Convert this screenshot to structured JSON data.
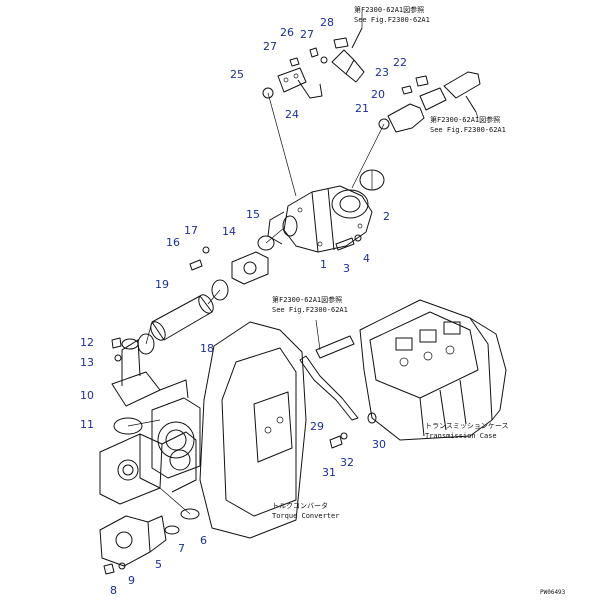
{
  "part_numbers": {
    "n1": "1",
    "n2": "2",
    "n3": "3",
    "n4": "4",
    "n5": "5",
    "n6": "6",
    "n7": "7",
    "n8": "8",
    "n9": "9",
    "n10": "10",
    "n11": "11",
    "n12": "12",
    "n13": "13",
    "n14": "14",
    "n15": "15",
    "n16": "16",
    "n17": "17",
    "n18": "18",
    "n19": "19",
    "n20": "20",
    "n21": "21",
    "n22": "22",
    "n23": "23",
    "n24": "24",
    "n25": "25",
    "n26": "26",
    "n27": "27",
    "n28": "28",
    "n29": "29",
    "n30": "30",
    "n31": "31",
    "n32": "32"
  },
  "references": {
    "top_jp": "第F2300-62A1図参照",
    "top_en": "See Fig.F2300-62A1",
    "right_jp": "第F2300-62A1図参照",
    "right_en": "See Fig.F2300-62A1",
    "mid_jp": "第F2300-62A1図参照",
    "mid_en": "See Fig.F2300-62A1"
  },
  "assemblies": {
    "transmission_jp": "トランスミッションケース",
    "transmission_en": "Transmission Case",
    "torque_jp": "トルクコンバータ",
    "torque_en": "Torque Converter"
  },
  "figure_code": "PW06493"
}
